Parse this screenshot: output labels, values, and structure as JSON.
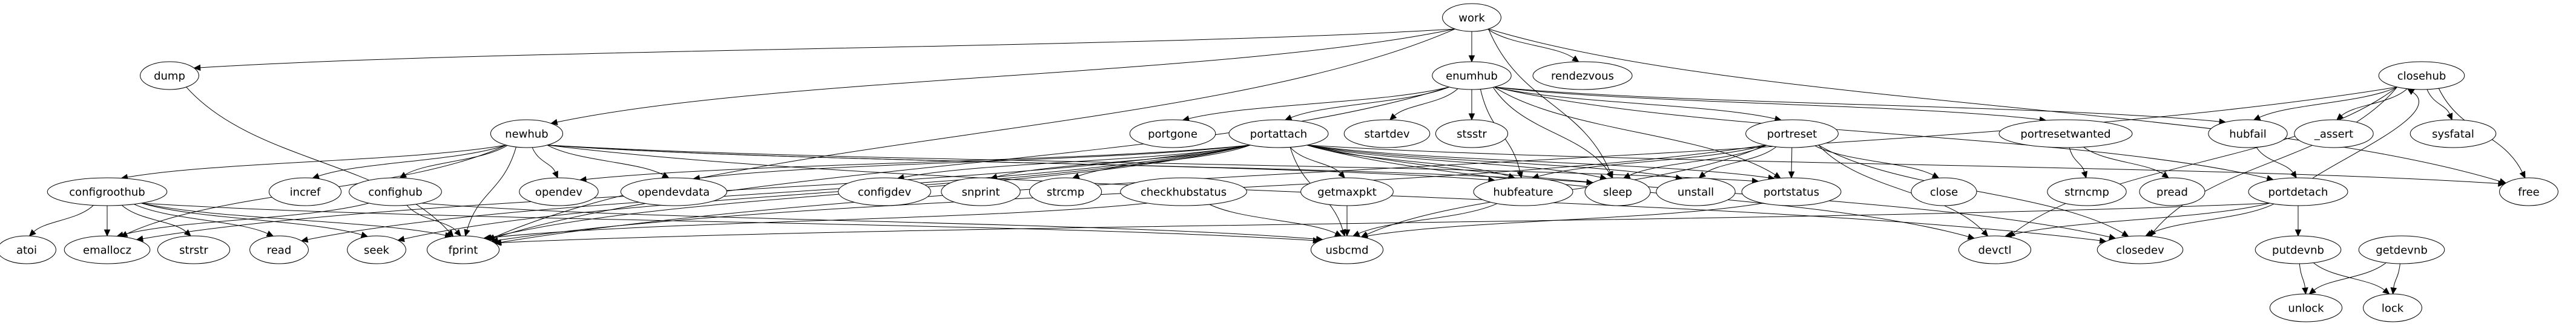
{
  "diagram": {
    "type": "call-graph",
    "style": {
      "node_stroke": "#000000",
      "node_fill": "#ffffff",
      "edge_color": "#000000",
      "background": "#ffffff"
    },
    "ranks": [
      [
        "work"
      ],
      [
        "dump",
        "enumhub",
        "rendezvous",
        "closehub"
      ],
      [
        "newhub",
        "portgone",
        "portattach",
        "startdev",
        "stsstr",
        "portreset",
        "portresetwanted",
        "hubfail",
        "_assert",
        "sysfatal"
      ],
      [
        "configroothub",
        "incref",
        "confighub",
        "opendev",
        "opendevdata",
        "configdev",
        "snprint",
        "strcmp",
        "checkhubstatus",
        "getmaxpkt",
        "hubfeature",
        "sleep",
        "unstall",
        "portstatus",
        "close",
        "strncmp",
        "pread",
        "portdetach",
        "free"
      ],
      [
        "atoi",
        "emallocz",
        "strstr",
        "read",
        "seek",
        "fprint",
        "usbcmd",
        "devctl",
        "closedev",
        "putdevnb",
        "getdevnb"
      ],
      [
        "unlock",
        "lock"
      ]
    ],
    "nodes": [
      {
        "id": "work",
        "label": "work"
      },
      {
        "id": "dump",
        "label": "dump"
      },
      {
        "id": "enumhub",
        "label": "enumhub"
      },
      {
        "id": "rendezvous",
        "label": "rendezvous"
      },
      {
        "id": "closehub",
        "label": "closehub"
      },
      {
        "id": "newhub",
        "label": "newhub"
      },
      {
        "id": "portgone",
        "label": "portgone"
      },
      {
        "id": "portattach",
        "label": "portattach"
      },
      {
        "id": "startdev",
        "label": "startdev"
      },
      {
        "id": "stsstr",
        "label": "stsstr"
      },
      {
        "id": "portreset",
        "label": "portreset"
      },
      {
        "id": "portresetwanted",
        "label": "portresetwanted"
      },
      {
        "id": "hubfail",
        "label": "hubfail"
      },
      {
        "id": "_assert",
        "label": "_assert"
      },
      {
        "id": "sysfatal",
        "label": "sysfatal"
      },
      {
        "id": "configroothub",
        "label": "configroothub"
      },
      {
        "id": "incref",
        "label": "incref"
      },
      {
        "id": "confighub",
        "label": "confighub"
      },
      {
        "id": "opendev",
        "label": "opendev"
      },
      {
        "id": "opendevdata",
        "label": "opendevdata"
      },
      {
        "id": "configdev",
        "label": "configdev"
      },
      {
        "id": "snprint",
        "label": "snprint"
      },
      {
        "id": "strcmp",
        "label": "strcmp"
      },
      {
        "id": "checkhubstatus",
        "label": "checkhubstatus"
      },
      {
        "id": "getmaxpkt",
        "label": "getmaxpkt"
      },
      {
        "id": "hubfeature",
        "label": "hubfeature"
      },
      {
        "id": "sleep",
        "label": "sleep"
      },
      {
        "id": "unstall",
        "label": "unstall"
      },
      {
        "id": "portstatus",
        "label": "portstatus"
      },
      {
        "id": "close",
        "label": "close"
      },
      {
        "id": "strncmp",
        "label": "strncmp"
      },
      {
        "id": "pread",
        "label": "pread"
      },
      {
        "id": "portdetach",
        "label": "portdetach"
      },
      {
        "id": "free",
        "label": "free"
      },
      {
        "id": "atoi",
        "label": "atoi"
      },
      {
        "id": "emallocz",
        "label": "emallocz"
      },
      {
        "id": "strstr",
        "label": "strstr"
      },
      {
        "id": "read",
        "label": "read"
      },
      {
        "id": "seek",
        "label": "seek"
      },
      {
        "id": "fprint",
        "label": "fprint"
      },
      {
        "id": "usbcmd",
        "label": "usbcmd"
      },
      {
        "id": "devctl",
        "label": "devctl"
      },
      {
        "id": "closedev",
        "label": "closedev"
      },
      {
        "id": "putdevnb",
        "label": "putdevnb"
      },
      {
        "id": "getdevnb",
        "label": "getdevnb"
      },
      {
        "id": "unlock",
        "label": "unlock"
      },
      {
        "id": "lock",
        "label": "lock"
      }
    ],
    "edges": [
      [
        "work",
        "dump"
      ],
      [
        "work",
        "enumhub"
      ],
      [
        "work",
        "rendezvous"
      ],
      [
        "work",
        "newhub"
      ],
      [
        "work",
        "fprint"
      ],
      [
        "work",
        "sleep"
      ],
      [
        "work",
        "free"
      ],
      [
        "dump",
        "fprint"
      ],
      [
        "enumhub",
        "portgone"
      ],
      [
        "enumhub",
        "portattach"
      ],
      [
        "enumhub",
        "startdev"
      ],
      [
        "enumhub",
        "stsstr"
      ],
      [
        "enumhub",
        "hubfeature"
      ],
      [
        "enumhub",
        "sleep"
      ],
      [
        "enumhub",
        "portreset"
      ],
      [
        "enumhub",
        "portresetwanted"
      ],
      [
        "enumhub",
        "hubfail"
      ],
      [
        "enumhub",
        "portstatus"
      ],
      [
        "enumhub",
        "fprint"
      ],
      [
        "enumhub",
        "portdetach"
      ],
      [
        "newhub",
        "configroothub"
      ],
      [
        "newhub",
        "incref"
      ],
      [
        "newhub",
        "confighub"
      ],
      [
        "newhub",
        "opendev"
      ],
      [
        "newhub",
        "opendevdata"
      ],
      [
        "newhub",
        "emallocz"
      ],
      [
        "newhub",
        "fprint"
      ],
      [
        "newhub",
        "hubfeature"
      ],
      [
        "newhub",
        "sleep"
      ],
      [
        "newhub",
        "closedev"
      ],
      [
        "newhub",
        "portstatus"
      ],
      [
        "portattach",
        "configdev"
      ],
      [
        "portattach",
        "snprint"
      ],
      [
        "portattach",
        "strcmp"
      ],
      [
        "portattach",
        "getmaxpkt"
      ],
      [
        "portattach",
        "usbcmd"
      ],
      [
        "portattach",
        "hubfeature"
      ],
      [
        "portattach",
        "sleep"
      ],
      [
        "portattach",
        "unstall"
      ],
      [
        "portattach",
        "portstatus"
      ],
      [
        "portattach",
        "opendev"
      ],
      [
        "portattach",
        "opendevdata"
      ],
      [
        "portattach",
        "fprint"
      ],
      [
        "portattach",
        "read"
      ],
      [
        "portattach",
        "seek"
      ],
      [
        "portattach",
        "emallocz"
      ],
      [
        "portattach",
        "devctl"
      ],
      [
        "portattach",
        "closedev"
      ],
      [
        "portattach",
        "free"
      ],
      [
        "checkhubstatus",
        "usbcmd"
      ],
      [
        "checkhubstatus",
        "fprint"
      ],
      [
        "getmaxpkt",
        "usbcmd"
      ],
      [
        "hubfeature",
        "usbcmd"
      ],
      [
        "portstatus",
        "usbcmd"
      ],
      [
        "portreset",
        "hubfeature"
      ],
      [
        "portreset",
        "sleep"
      ],
      [
        "portreset",
        "unstall"
      ],
      [
        "portreset",
        "portstatus"
      ],
      [
        "portreset",
        "close"
      ],
      [
        "portreset",
        "devctl"
      ],
      [
        "portreset",
        "closedev"
      ],
      [
        "portreset",
        "usbcmd"
      ],
      [
        "portreset",
        "fprint"
      ],
      [
        "portresetwanted",
        "strncmp"
      ],
      [
        "portresetwanted",
        "pread"
      ],
      [
        "hubfail",
        "portdetach"
      ],
      [
        "portdetach",
        "closehub"
      ],
      [
        "portdetach",
        "devctl"
      ],
      [
        "portdetach",
        "closedev"
      ],
      [
        "portdetach",
        "putdevnb"
      ],
      [
        "portdetach",
        "fprint"
      ],
      [
        "closehub",
        "hubfail"
      ],
      [
        "closehub",
        "_assert"
      ],
      [
        "closehub",
        "sysfatal"
      ],
      [
        "closehub",
        "free"
      ],
      [
        "closehub",
        "devctl"
      ],
      [
        "closehub",
        "closedev"
      ],
      [
        "closehub",
        "fprint"
      ],
      [
        "configroothub",
        "atoi"
      ],
      [
        "configroothub",
        "emallocz"
      ],
      [
        "configroothub",
        "strstr"
      ],
      [
        "configroothub",
        "read"
      ],
      [
        "configroothub",
        "seek"
      ],
      [
        "configroothub",
        "fprint"
      ],
      [
        "configroothub",
        "usbcmd"
      ],
      [
        "confighub",
        "emallocz"
      ],
      [
        "confighub",
        "fprint"
      ],
      [
        "confighub",
        "usbcmd"
      ],
      [
        "putdevnb",
        "unlock"
      ],
      [
        "putdevnb",
        "lock"
      ],
      [
        "getdevnb",
        "unlock"
      ],
      [
        "getdevnb",
        "lock"
      ]
    ]
  }
}
